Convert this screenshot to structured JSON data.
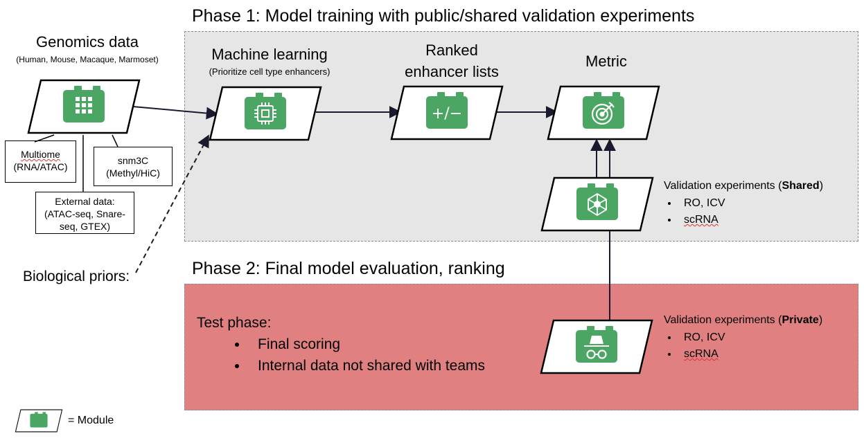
{
  "phase1": {
    "title": "Phase 1: Model training with public/shared validation experiments"
  },
  "phase2": {
    "title": "Phase 2: Final model evaluation, ranking"
  },
  "genomics": {
    "title": "Genomics data",
    "subtitle": "(Human, Mouse, Macaque, Marmoset)"
  },
  "sources": [
    {
      "line1": "Multiome",
      "line2": "(RNA/ATAC)"
    },
    {
      "line1": "snm3C",
      "line2": "(Methyl/HiC)"
    },
    {
      "line1": "External data:",
      "line2": "(ATAC-seq, Snare-",
      "line3": "seq, GTEX)"
    }
  ],
  "ml": {
    "title": "Machine learning",
    "subtitle": "(Prioritize cell type enhancers)"
  },
  "ranked": {
    "line1": "Ranked",
    "line2": "enhancer lists"
  },
  "metric": {
    "title": "Metric"
  },
  "biological_priors": "Biological priors:",
  "validation_shared": {
    "prefix": "Validation experiments (",
    "bold": "Shared",
    "suffix": ")",
    "items": [
      "RO, ICV",
      "scRNA"
    ]
  },
  "validation_private": {
    "prefix": "Validation experiments (",
    "bold": "Private",
    "suffix": ")",
    "items": [
      "RO, ICV",
      "scRNA"
    ]
  },
  "test_phase": {
    "title": "Test phase:",
    "items": [
      "Final scoring",
      "Internal data not shared with teams"
    ]
  },
  "legend": {
    "label": "= Module"
  },
  "module_icons": {
    "genomics": "grid-icon",
    "ml": "chip-icon",
    "ranked": "plus-minus-icon",
    "metric": "target-icon",
    "shared": "network-icon",
    "private": "incognito-icon"
  },
  "colors": {
    "module_green": "#4ba663",
    "phase2_bg": "#e08080",
    "phase1_bg": "#e6e6e6"
  }
}
